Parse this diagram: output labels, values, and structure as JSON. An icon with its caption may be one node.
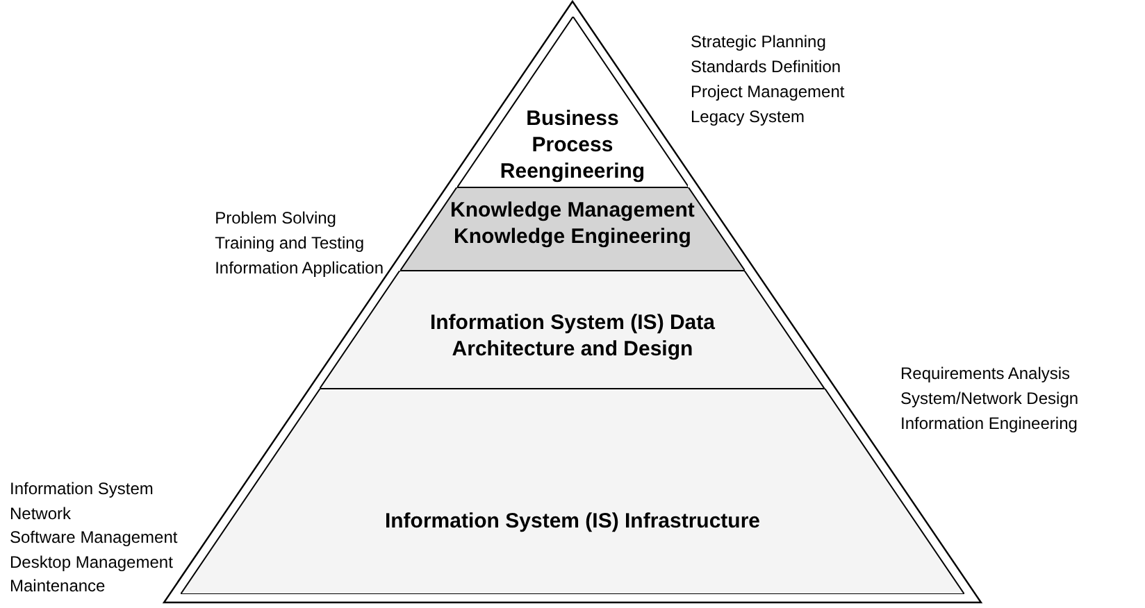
{
  "diagram": {
    "nodes": [
      {
        "text": [
          "Business Process Reengineering"
        ],
        "beside": [
          "Strategic Planning",
          "Standards Definition",
          "Project Management",
          "Legacy System"
        ]
      },
      {
        "text": [
          "Knowledge Management",
          "Knowledge Engineering"
        ],
        "beside": [
          "Problem Solving",
          "Training and Testing",
          "Information Application"
        ]
      },
      {
        "text": [
          "Information System (IS) Data Architecture and Design"
        ],
        "beside": [
          "Requirements Analysis",
          "System/Network Design",
          "Information Engineering"
        ]
      },
      {
        "text": [
          "Information System (IS) Infrastructure"
        ],
        "beside": [
          "Information System",
          "Network",
          "Software Management",
          "Desktop Management",
          "Maintenance"
        ]
      }
    ]
  }
}
